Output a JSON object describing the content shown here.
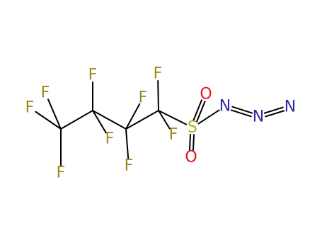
{
  "molecule": {
    "bond_color": "#000000",
    "element_colors": {
      "F": "#9A8A1E",
      "S": "#B8A820",
      "O": "#E8121E",
      "N": "#2C2CA0"
    },
    "atoms": [
      {
        "id": "F1",
        "element": "F",
        "label": "F"
      },
      {
        "id": "F2",
        "element": "F",
        "label": "F"
      },
      {
        "id": "F3",
        "element": "F",
        "label": "F"
      },
      {
        "id": "F4",
        "element": "F",
        "label": "F"
      },
      {
        "id": "F5",
        "element": "F",
        "label": "F"
      },
      {
        "id": "F6",
        "element": "F",
        "label": "F"
      },
      {
        "id": "F7",
        "element": "F",
        "label": "F"
      },
      {
        "id": "F8",
        "element": "F",
        "label": "F"
      },
      {
        "id": "F9",
        "element": "F",
        "label": "F"
      },
      {
        "id": "S1",
        "element": "S",
        "label": "S"
      },
      {
        "id": "O1",
        "element": "O",
        "label": "O"
      },
      {
        "id": "O2",
        "element": "O",
        "label": "O"
      },
      {
        "id": "N1",
        "element": "N",
        "label": "N"
      },
      {
        "id": "N2",
        "element": "N",
        "label": "N"
      },
      {
        "id": "N3",
        "element": "N",
        "label": "N"
      }
    ],
    "bonds": [
      {
        "from": "C1",
        "to": "F1",
        "order": 1
      },
      {
        "from": "C1",
        "to": "F2",
        "order": 1
      },
      {
        "from": "C1",
        "to": "F3",
        "order": 1
      },
      {
        "from": "C1",
        "to": "C2",
        "order": 1
      },
      {
        "from": "C2",
        "to": "F4",
        "order": 1
      },
      {
        "from": "C2",
        "to": "F5",
        "order": 1
      },
      {
        "from": "C2",
        "to": "C3",
        "order": 1
      },
      {
        "from": "C3",
        "to": "F6",
        "order": 1
      },
      {
        "from": "C3",
        "to": "F7",
        "order": 1
      },
      {
        "from": "C3",
        "to": "C4",
        "order": 1
      },
      {
        "from": "C4",
        "to": "F8",
        "order": 1
      },
      {
        "from": "C4",
        "to": "F9",
        "order": 1
      },
      {
        "from": "C4",
        "to": "S1",
        "order": 1
      },
      {
        "from": "S1",
        "to": "O1",
        "order": 2
      },
      {
        "from": "S1",
        "to": "O2",
        "order": 2
      },
      {
        "from": "S1",
        "to": "N1",
        "order": 1
      },
      {
        "from": "N1",
        "to": "N2",
        "order": 2
      },
      {
        "from": "N2",
        "to": "N3",
        "order": 2
      }
    ]
  }
}
